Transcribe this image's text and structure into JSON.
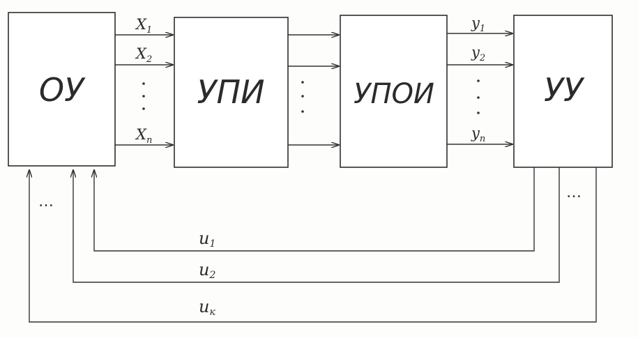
{
  "blocks": {
    "ou": "ОУ",
    "upi": "УПИ",
    "upoi": "УПОИ",
    "uu": "УУ"
  },
  "inputs": [
    "X",
    "X",
    "X"
  ],
  "input_subscripts": [
    "1",
    "2",
    "n"
  ],
  "outputs": [
    "y",
    "y",
    "y"
  ],
  "output_subscripts": [
    "1",
    "2",
    "n"
  ],
  "controls": [
    "u",
    "u",
    "u"
  ],
  "control_subscripts": [
    "1",
    "2",
    "к"
  ],
  "ellipsis": "…"
}
